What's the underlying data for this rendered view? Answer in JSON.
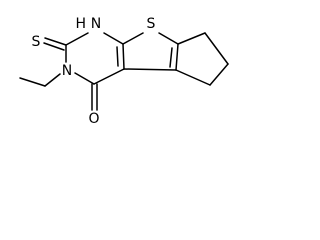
{
  "structure": {
    "atoms": {
      "sulfur_ring": "S",
      "sulfur_thione": "S",
      "nitrogen_nh": "N",
      "hydrogen_nh": "H",
      "nitrogen_ethyl": "N",
      "oxygen": "O"
    }
  }
}
